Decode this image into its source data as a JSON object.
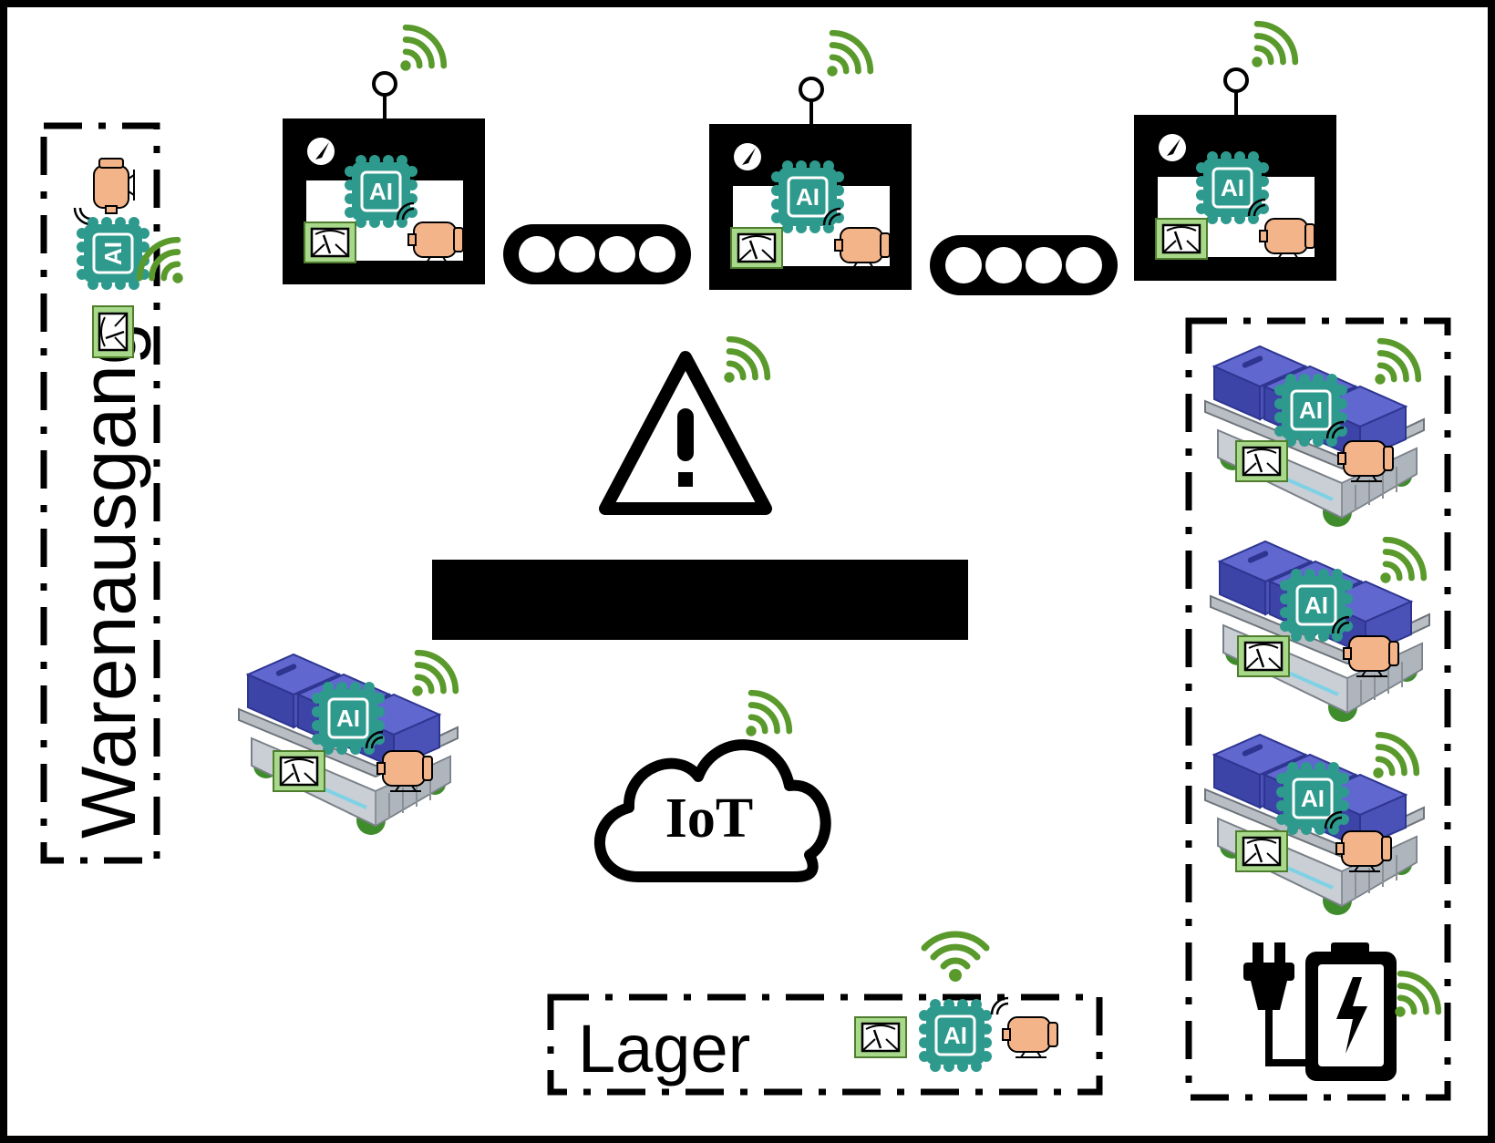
{
  "zones": {
    "warenausgang": "Warenausgang",
    "lager": "Lager"
  },
  "cloud": {
    "label": "IoT"
  },
  "chip": {
    "label": "AI"
  },
  "icons": [
    "wifi-icon",
    "ai-chip-icon",
    "sensor-gauge-icon",
    "motor-icon",
    "warning-icon",
    "cloud-icon",
    "plug-icon",
    "battery-icon",
    "agv-robot-icon",
    "conveyor-icon",
    "machine-station-icon"
  ],
  "colors": {
    "wifi": "#5a9a2c",
    "chip": "#2e9a8e",
    "sensor": "#a8d88a",
    "motor": "#f4b48a",
    "robot_bin": "#4a52b8",
    "frame": "#000000"
  }
}
